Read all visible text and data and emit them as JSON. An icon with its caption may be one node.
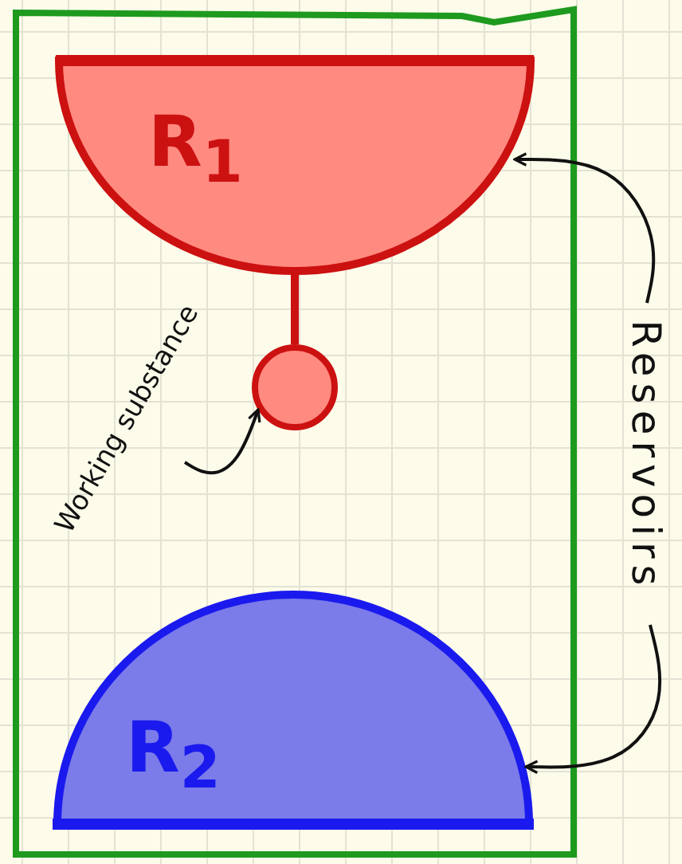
{
  "diagram": {
    "nodes": [
      {
        "text": [
          "R$_{1}$"
        ]
      },
      {
        "text": [],
        "shape": "circle"
      },
      {
        "text": [
          "R$_{2}$"
        ]
      },
      {
        "text": [
          "Working substance"
        ]
      },
      {
        "text": [
          "Reservoirs"
        ]
      }
    ],
    "edges": [
      {
        "from": 0,
        "to": 1,
        "arrow": "none",
        "style": "thick",
        "color": "#cc1111"
      },
      {
        "from": 3,
        "to": 1,
        "arrow": "to"
      },
      {
        "from": 4,
        "to": 0,
        "arrow": "to"
      },
      {
        "from": 4,
        "to": 2,
        "arrow": "to"
      }
    ]
  }
}
